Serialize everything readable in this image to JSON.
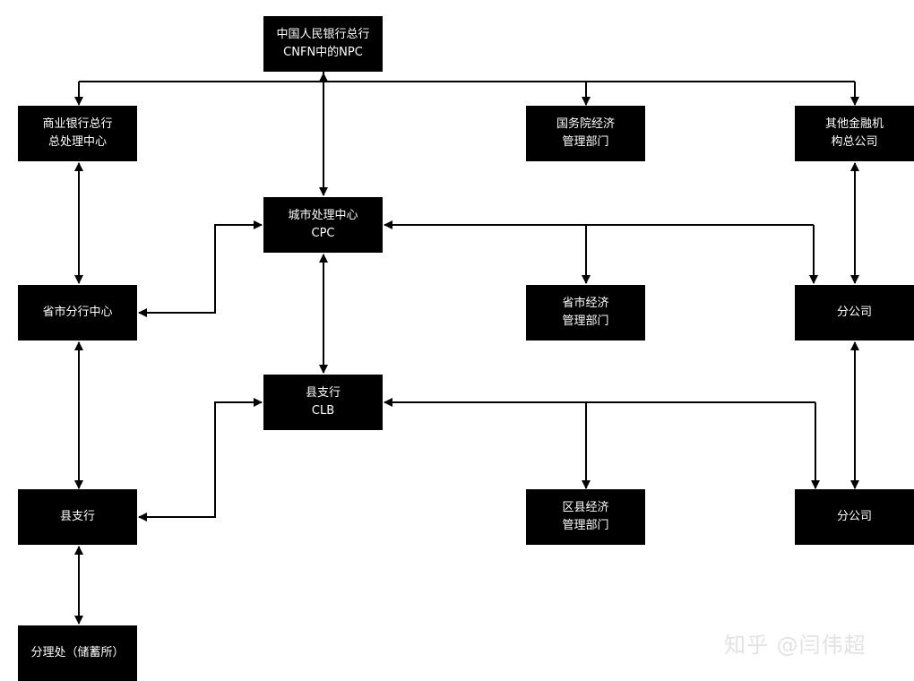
{
  "nodes": {
    "pbc": {
      "line1": "中国人民银行总行",
      "line2": "CNFN中的NPC"
    },
    "cbhq": {
      "line1": "商业银行总行",
      "line2": "总处理中心"
    },
    "state_council": {
      "line1": "国务院经济",
      "line2": "管理部门"
    },
    "other_fin": {
      "line1": "其他金融机",
      "line2": "构总公司"
    },
    "cpc": {
      "line1": "城市处理中心",
      "line2": "CPC"
    },
    "prov_branch": {
      "line1": "省市分行中心"
    },
    "prov_econ": {
      "line1": "省市经济",
      "line2": "管理部门"
    },
    "branch1": {
      "line1": "分公司"
    },
    "clb": {
      "line1": "县支行",
      "line2": "CLB"
    },
    "county_branch": {
      "line1": "县支行"
    },
    "district_econ": {
      "line1": "区县经济",
      "line2": "管理部门"
    },
    "branch2": {
      "line1": "分公司"
    },
    "sub_office": {
      "line1": "分理处（储蓄所）"
    }
  },
  "watermark": "知乎 @闫伟超",
  "colors": {
    "node_fill": "#000000",
    "node_text": "#ffffff",
    "wire": "#000000"
  }
}
